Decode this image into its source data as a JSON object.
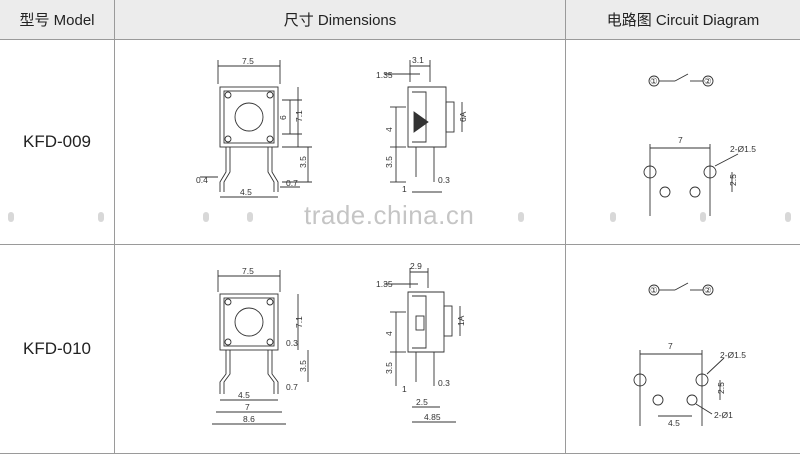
{
  "header": {
    "model": "型号 Model",
    "dimensions": "尺寸 Dimensions",
    "circuit": "电路图 Circuit Diagram"
  },
  "rows": [
    {
      "model": "KFD-009",
      "front": {
        "w1": "7.5",
        "h_sq": "6",
        "h1": "7.1",
        "lead": "3.5",
        "off": "0.4",
        "pitch": "4.5",
        "lead_w": "0.7"
      },
      "side": {
        "top": "3.1",
        "a": "1.35",
        "b": "4",
        "c": "3.5",
        "d": "1",
        "e": "0.3",
        "f": "6A"
      },
      "circuit": {
        "n1": "①",
        "n2": "②",
        "pitch": "7",
        "hole": "2-Ø1.5",
        "vert": "2.5"
      }
    },
    {
      "model": "KFD-010",
      "front": {
        "w1": "7.5",
        "h1": "7.1",
        "lead": "3.5",
        "off": "0.3",
        "pitch": "4.5",
        "lead_w": "0.7",
        "w2": "7",
        "w3": "8.6"
      },
      "side": {
        "top": "2.9",
        "a": "1.35",
        "b": "4",
        "c": "3.5",
        "d": "1",
        "e": "0.3",
        "f": "1A",
        "g": "2.5",
        "h": "4.85"
      },
      "circuit": {
        "n1": "①",
        "n2": "②",
        "pitch": "7",
        "hole": "2-Ø1.5",
        "hole2": "2-Ø1",
        "vert": "2.5",
        "pitch2": "4.5"
      }
    }
  ],
  "watermark": "trade.china.cn"
}
